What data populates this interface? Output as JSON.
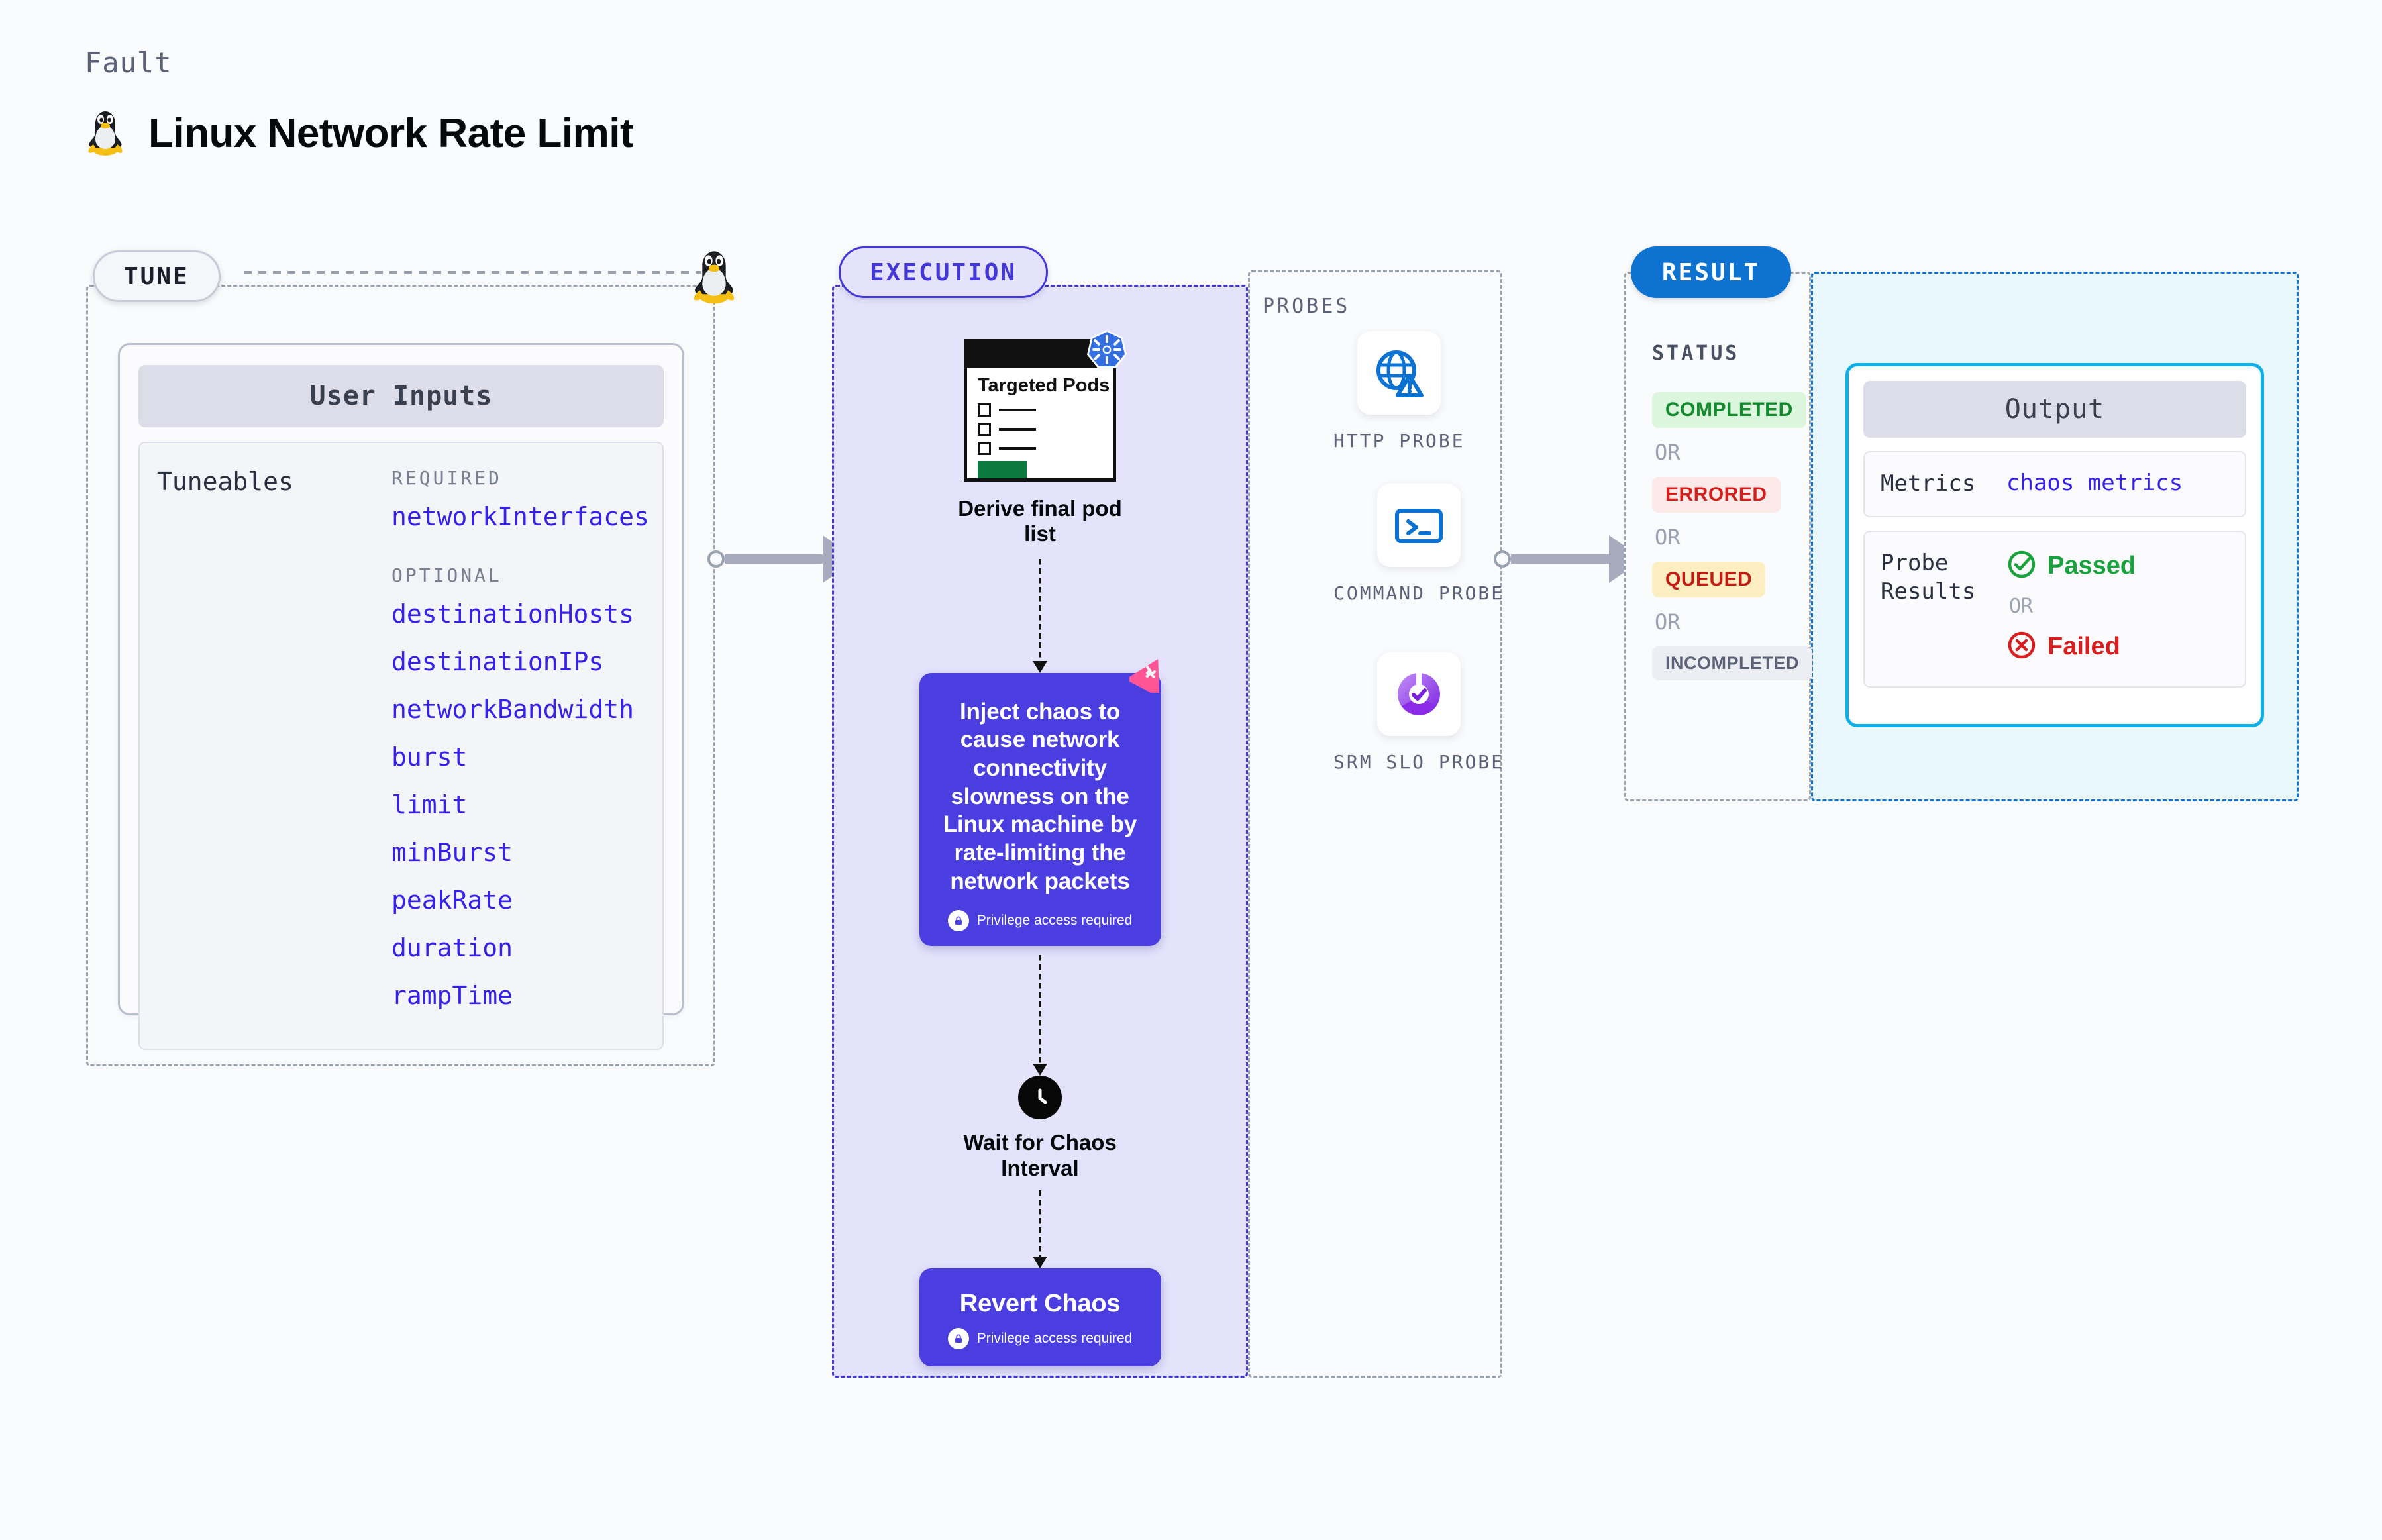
{
  "header": {
    "kicker": "Fault",
    "title": "Linux Network Rate Limit",
    "icon": "linux-tux-icon"
  },
  "tune": {
    "pill_label": "TUNE",
    "card_title": "User Inputs",
    "tuneables_label": "Tuneables",
    "required_label": "REQUIRED",
    "optional_label": "OPTIONAL",
    "required": [
      "networkInterfaces"
    ],
    "optional": [
      "destinationHosts",
      "destinationIPs",
      "networkBandwidth",
      "burst",
      "limit",
      "minBurst",
      "peakRate",
      "duration",
      "rampTime"
    ]
  },
  "execution": {
    "pill_label": "EXECUTION",
    "pod_card": {
      "title": "Targeted Pods",
      "badge_icon": "kubernetes-icon",
      "rows": 3
    },
    "step_derive": "Derive final pod list",
    "inject": {
      "text": "Inject chaos to cause network connectivity slowness on the Linux machine by rate-limiting the network packets",
      "privilege_note": "Privilege access required",
      "badge_icon": "litmuschaos-icon",
      "lock_icon": "lock-icon"
    },
    "wait": {
      "icon": "clock-icon",
      "label": "Wait for Chaos Interval"
    },
    "revert": {
      "text": "Revert Chaos",
      "privilege_note": "Privilege access required",
      "lock_icon": "lock-icon"
    }
  },
  "probes": {
    "section_label": "PROBES",
    "items": [
      {
        "label": "HTTP PROBE",
        "icon": "globe-warning-icon"
      },
      {
        "label": "COMMAND PROBE",
        "icon": "terminal-icon"
      },
      {
        "label": "SRM SLO PROBE",
        "icon": "slo-donut-check-icon"
      }
    ]
  },
  "result": {
    "pill_label": "RESULT",
    "status_label": "STATUS",
    "or_label": "OR",
    "statuses": [
      {
        "text": "COMPLETED",
        "color": "#138a2d",
        "bg": "#dcf5dd"
      },
      {
        "text": "ERRORED",
        "color": "#d2201c",
        "bg": "#fce9e8"
      },
      {
        "text": "QUEUED",
        "color": "#c01c14",
        "bg": "#fdeec2"
      },
      {
        "text": "INCOMPLETED",
        "color": "#5b6176",
        "bg": "#eceef4"
      }
    ],
    "output": {
      "title": "Output",
      "metrics_key": "Metrics",
      "metrics_value": "chaos metrics",
      "probe_results_key": "Probe Results",
      "passed": "Passed",
      "failed": "Failed",
      "or_label": "OR",
      "pass_icon": "check-circle-icon",
      "fail_icon": "x-circle-icon"
    }
  },
  "colors": {
    "accent_violet": "#4a3ee0",
    "accent_blue": "#0d72d0",
    "accent_cyan": "#0fb0e8",
    "link_violet": "#3521e8",
    "pass_green": "#18a33c",
    "fail_red": "#d81e1e"
  }
}
